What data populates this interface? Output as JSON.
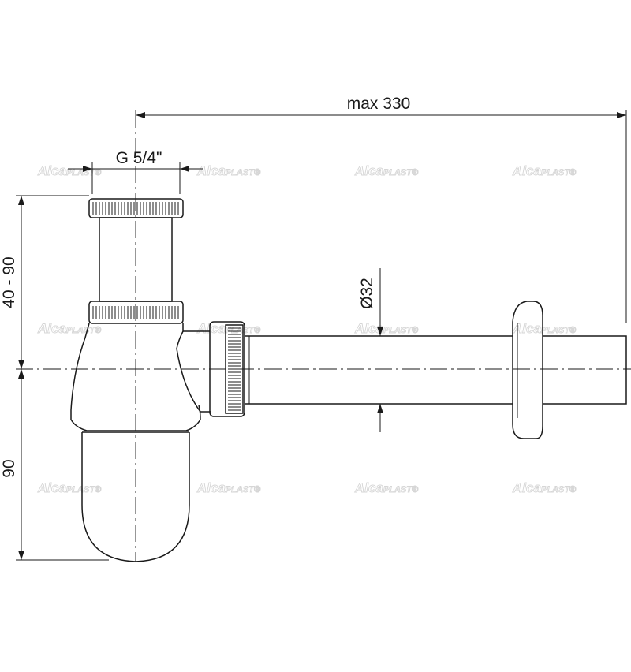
{
  "dimensions": {
    "max_length": "max 330",
    "thread": "G 5/4\"",
    "pipe_diameter": "Ø32",
    "upper_height": "40 - 90",
    "lower_height": "90"
  },
  "watermark": {
    "brand_main": "Alca",
    "brand_sub": "PLAST",
    "mark": "®"
  },
  "colors": {
    "line": "#1a1a1a",
    "watermark": "#d6d6d6"
  }
}
